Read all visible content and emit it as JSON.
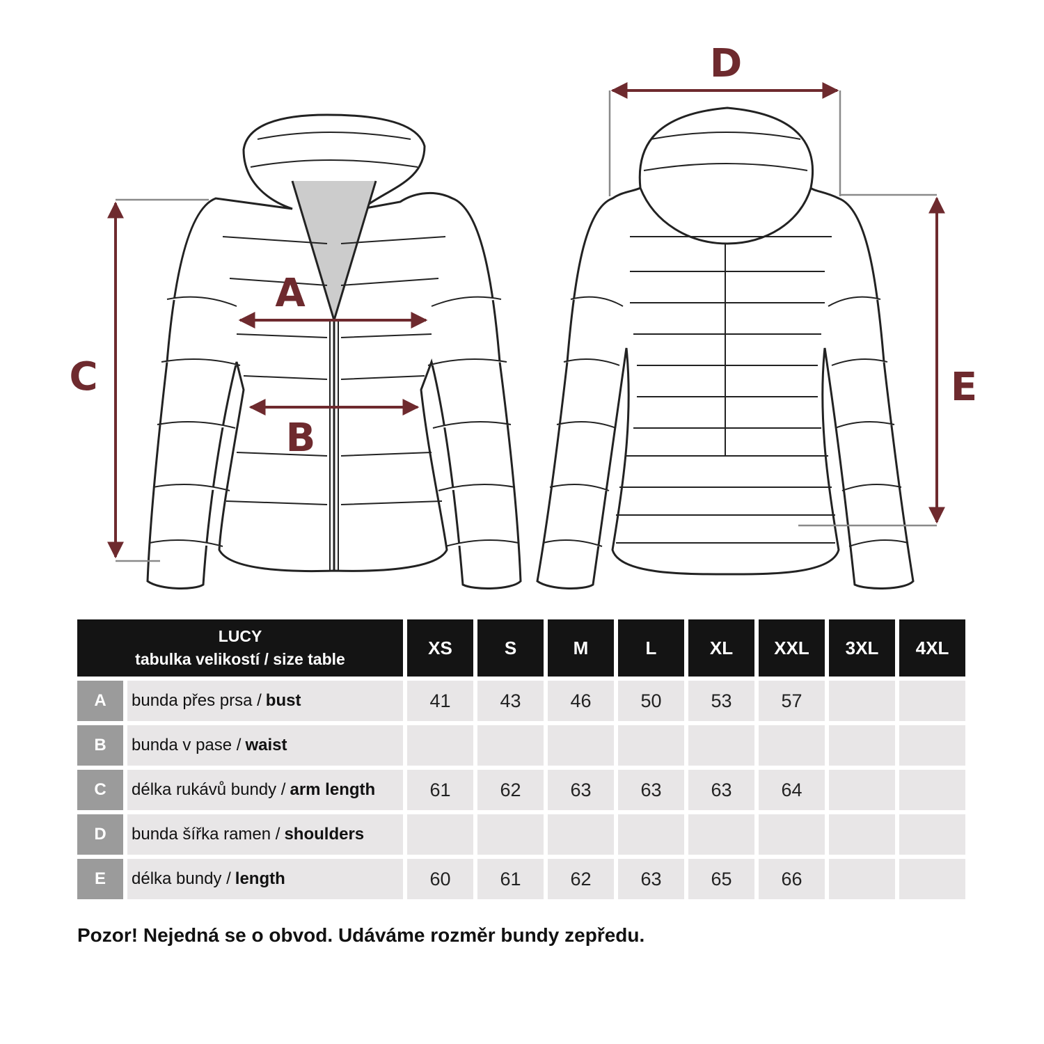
{
  "diagram": {
    "labels": {
      "A": "A",
      "B": "B",
      "C": "C",
      "D": "D",
      "E": "E"
    },
    "arrow_color": "#6e2a2e"
  },
  "table": {
    "title_line1": "LUCY",
    "title_line2": "tabulka velikostí / size table",
    "sizes": [
      "XS",
      "S",
      "M",
      "L",
      "XL",
      "XXL",
      "3XL",
      "4XL"
    ],
    "rows": [
      {
        "letter": "A",
        "desc": "bunda přes prsa /",
        "desc_bold": "bust",
        "values": [
          "41",
          "43",
          "46",
          "50",
          "53",
          "57",
          "",
          ""
        ]
      },
      {
        "letter": "B",
        "desc": "bunda v pase /",
        "desc_bold": "waist",
        "values": [
          "",
          "",
          "",
          "",
          "",
          "",
          "",
          ""
        ]
      },
      {
        "letter": "C",
        "desc": "délka rukávů bundy /",
        "desc_bold": "arm length",
        "values": [
          "61",
          "62",
          "63",
          "63",
          "63",
          "64",
          "",
          ""
        ]
      },
      {
        "letter": "D",
        "desc": "bunda šířka ramen /",
        "desc_bold": "shoulders",
        "values": [
          "",
          "",
          "",
          "",
          "",
          "",
          "",
          ""
        ]
      },
      {
        "letter": "E",
        "desc": "délka bundy /",
        "desc_bold": "length",
        "values": [
          "60",
          "61",
          "62",
          "63",
          "65",
          "66",
          "",
          ""
        ]
      }
    ]
  },
  "note": "Pozor! Nejedná se o obvod. Udáváme rozměr bundy zepředu."
}
